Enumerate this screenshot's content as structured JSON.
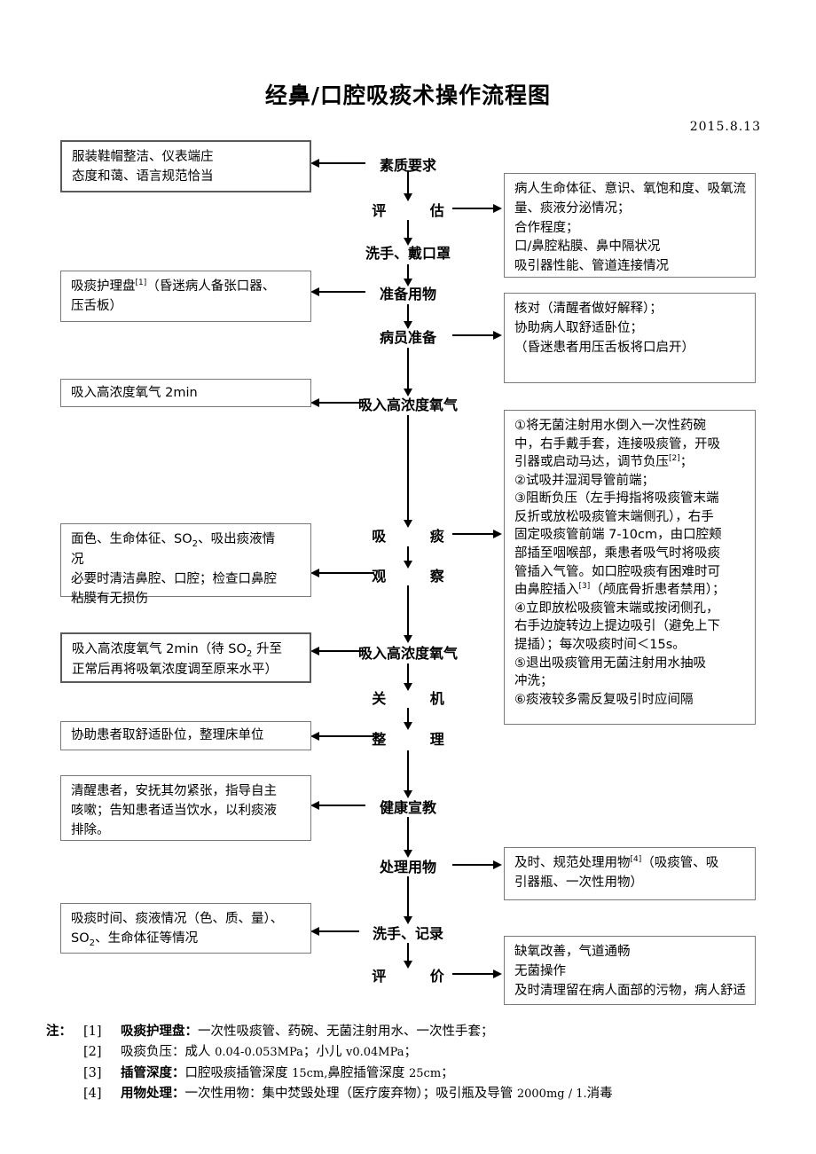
{
  "header": {
    "title": "经鼻/口腔吸痰术操作流程图",
    "date": "2015.8.13"
  },
  "flow_nodes": [
    {
      "id": "quality",
      "label": "素质要求"
    },
    {
      "id": "assess",
      "label": "评  估"
    },
    {
      "id": "handwash",
      "label": "洗手、戴口罩"
    },
    {
      "id": "prepare",
      "label": "准备用物"
    },
    {
      "id": "patient",
      "label": "病员准备"
    },
    {
      "id": "oxygen1",
      "label": "吸入高浓度氧气"
    },
    {
      "id": "suction",
      "label": "吸  痰"
    },
    {
      "id": "observe",
      "label": "观  察"
    },
    {
      "id": "oxygen2",
      "label": "吸入高浓度氧气"
    },
    {
      "id": "shutdown",
      "label": "关  机"
    },
    {
      "id": "tidy",
      "label": "整  理"
    },
    {
      "id": "education",
      "label": "健康宣教"
    },
    {
      "id": "disposal",
      "label": "处理用物"
    },
    {
      "id": "record",
      "label": "洗手、记录"
    },
    {
      "id": "evaluate",
      "label": "评  价"
    }
  ],
  "left_boxes": [
    {
      "id": "appearance",
      "lines": [
        "服装鞋帽整洁、仪表端庄",
        "态度和蔼、语言规范恰当"
      ]
    },
    {
      "id": "tray",
      "lines": [
        "吸痰护理盘[1]（昏迷病人备张口器、",
        "压舌板）"
      ],
      "ref": "[1]"
    },
    {
      "id": "oxygen-2min",
      "lines": [
        "吸入高浓度氧气 2min"
      ]
    },
    {
      "id": "observation-items",
      "lines": [
        "面色、生命体征、SO2、吸出痰液情",
        "况",
        "必要时清洁鼻腔、口腔；检查口鼻腔",
        "粘膜有无损伤"
      ]
    },
    {
      "id": "oxygen-restore",
      "lines": [
        "吸入高浓度氧气 2min（待 SO2 升至",
        "正常后再将吸氧浓度调至原来水平）"
      ]
    },
    {
      "id": "comfort-position",
      "lines": [
        "协助患者取舒适卧位，整理床单位"
      ]
    },
    {
      "id": "health-education",
      "lines": [
        "清醒患者，安抚其勿紧张，指导自主",
        "咳嗽；告知患者适当饮水，以利痰液",
        "排除。"
      ]
    },
    {
      "id": "record-items",
      "lines": [
        "吸痰时间、痰液情况（色、质、量）、",
        "SO2、生命体征等情况"
      ]
    }
  ],
  "right_boxes": [
    {
      "id": "assessment-detail",
      "lines": [
        "病人生命体征、意识、氧饱和度、吸氧流",
        "量、痰液分泌情况；",
        "合作程度；",
        "口/鼻腔粘膜、鼻中隔状况",
        "吸引器性能、管道连接情况"
      ]
    },
    {
      "id": "patient-prep-detail",
      "lines": [
        "核对（清醒者做好解释）；",
        "协助病人取舒适卧位；",
        "（昏迷患者用压舌板将口启开）"
      ]
    },
    {
      "id": "suction-procedure",
      "lines": [
        "①将无菌注射用水倒入一次性药碗",
        "中，右手戴手套，连接吸痰管，开吸",
        "引器或启动马达，调节负压[2]；",
        "②试吸并湿润导管前端；",
        "③阻断负压（左手拇指将吸痰管末端",
        "反折或放松吸痰管末端侧孔），右手",
        "固定吸痰管前端 7-10cm，由口腔颊",
        "部插至咽喉部，乘患者吸气时将吸痰",
        "管插入气管。如口腔吸痰有困难时可",
        "由鼻腔插入[3]（颅底骨折患者禁用）；",
        "④立即放松吸痰管末端或按闭侧孔，",
        "右手边旋转边上提边吸引（避免上下",
        "提插）；每次吸痰时间＜15s。",
        "⑤退出吸痰管用无菌注射用水抽吸",
        "冲洗；",
        "⑥痰液较多需反复吸引时应间隔"
      ]
    },
    {
      "id": "disposal-detail",
      "lines": [
        "及时、规范处理用物[4]（吸痰管、吸",
        "引器瓶、一次性用物）"
      ]
    },
    {
      "id": "evaluation-detail",
      "lines": [
        "缺氧改善，气道通畅",
        "无菌操作",
        "及时清理留在病人面部的污物，病人舒适"
      ]
    }
  ],
  "notes": {
    "label": "注：",
    "items": [
      {
        "num": "[1]",
        "key": "吸痰护理盘：",
        "text": "一次性吸痰管、药碗、无菌注射用水、一次性手套；"
      },
      {
        "num": "[2]",
        "key": "吸痰负压：",
        "text": "成人 0.04-0.053MPa；小儿 v0.04MPa；"
      },
      {
        "num": "[3]",
        "key": "插管深度：",
        "text": "口腔吸痰插管深度 15cm,鼻腔插管深度 25cm；"
      },
      {
        "num": "[4]",
        "key": "用物处理：",
        "text": "一次性用物：集中焚毁处理（医疗废弃物）；吸引瓶及导管 2000mg / 1.消毒"
      }
    ]
  },
  "colors": {
    "border": "#7a7a7a",
    "border_thick": "#5a5a5a",
    "line": "#000000",
    "background": "#ffffff"
  }
}
